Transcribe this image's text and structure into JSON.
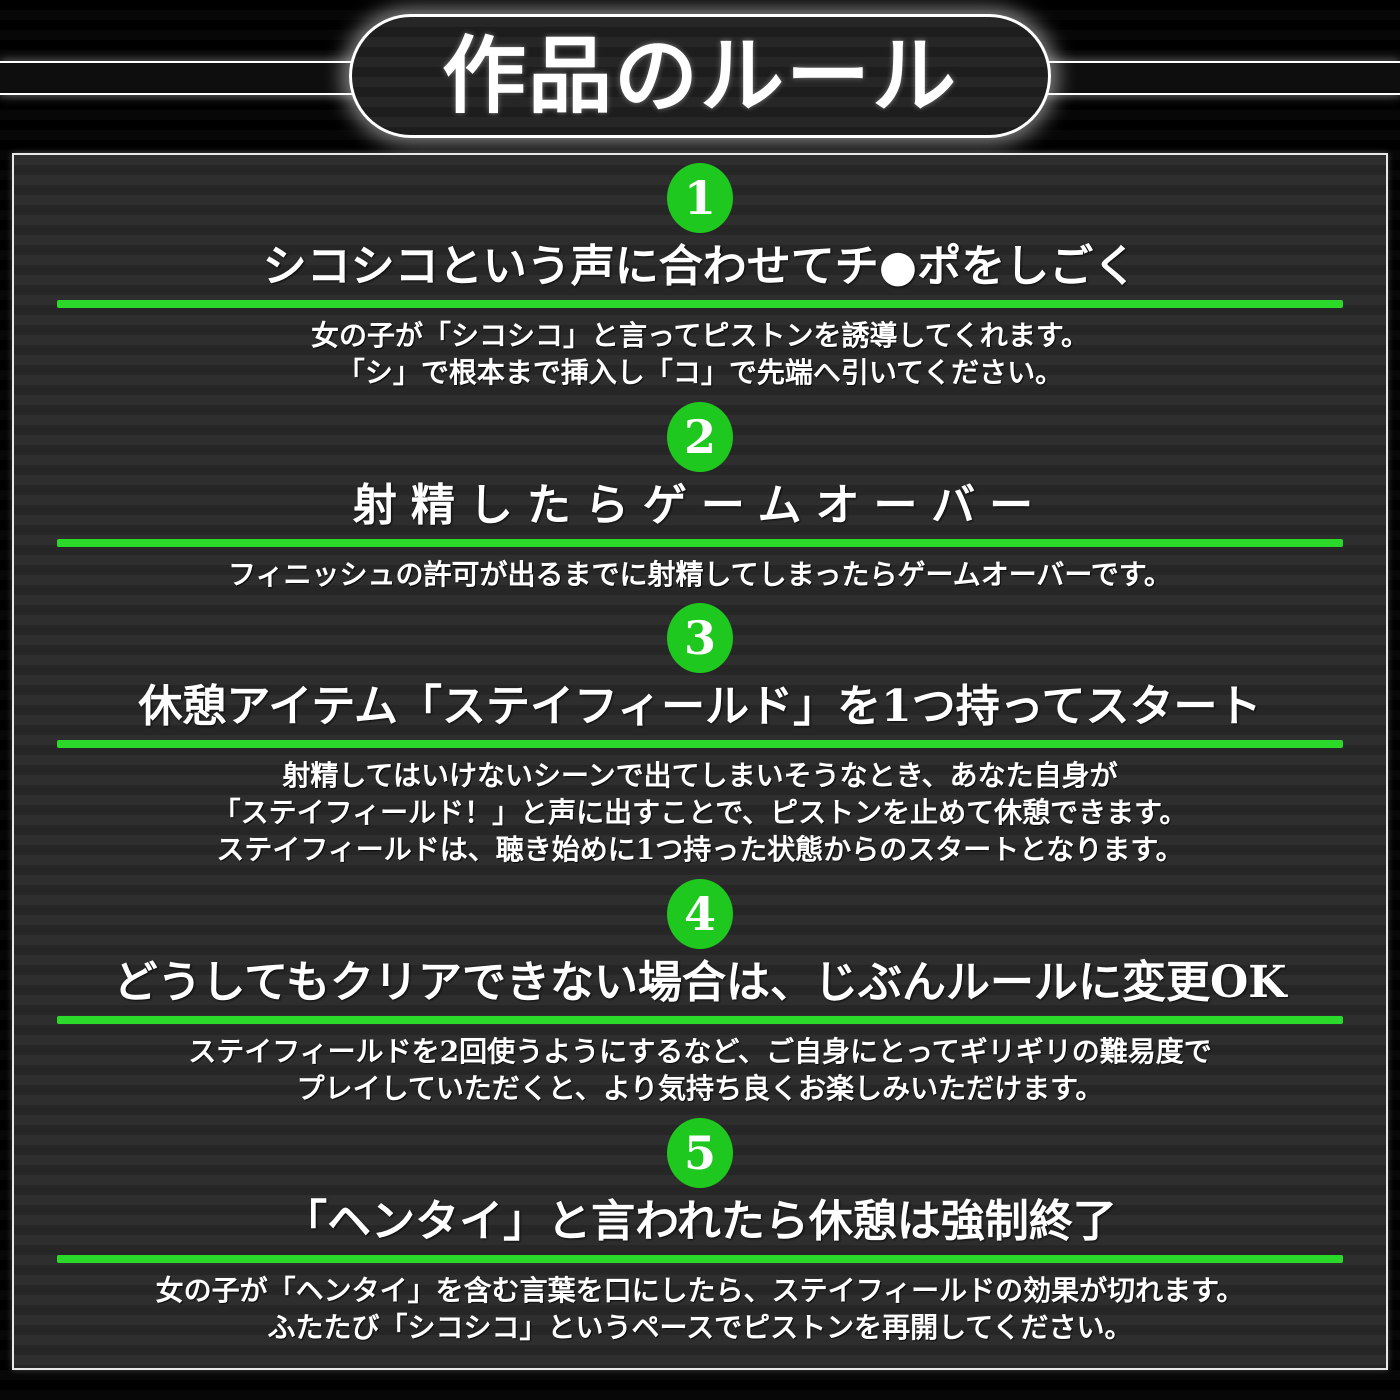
{
  "title": "作品のルール",
  "colors": {
    "accent_green_line": "#2bd92b",
    "number_circle_green": "#1ec81e",
    "panel_border": "#e8e8e8",
    "background": "#262626",
    "text": "#ffffff"
  },
  "rules": [
    {
      "number": "1",
      "heading": "シコシコという声に合わせてチ●ポをしごく",
      "description_lines": [
        "女の子が「シコシコ」と言ってピストンを誘導してくれます。",
        "「シ」で根本まで挿入し「コ」で先端へ引いてください。"
      ]
    },
    {
      "number": "2",
      "heading": "射精したらゲームオーバー",
      "description_lines": [
        "フィニッシュの許可が出るまでに射精してしまったらゲームオーバーです。"
      ]
    },
    {
      "number": "3",
      "heading": "休憩アイテム「ステイフィールド」を1つ持ってスタート",
      "description_lines": [
        "射精してはいけないシーンで出てしまいそうなとき、あなた自身が",
        "「ステイフィールド！」と声に出すことで、ピストンを止めて休憩できます。",
        "ステイフィールドは、聴き始めに1つ持った状態からのスタートとなります。"
      ]
    },
    {
      "number": "4",
      "heading": "どうしてもクリアできない場合は、じぶんルールに変更OK",
      "description_lines": [
        "ステイフィールドを2回使うようにするなど、ご自身にとってギリギリの難易度で",
        "プレイしていただくと、より気持ち良くお楽しみいただけます。"
      ]
    },
    {
      "number": "5",
      "heading": "「ヘンタイ」と言われたら休憩は強制終了",
      "description_lines": [
        "女の子が「ヘンタイ」を含む言葉を口にしたら、ステイフィールドの効果が切れます。",
        "ふたたび「シコシコ」というペースでピストンを再開してください。"
      ]
    }
  ]
}
